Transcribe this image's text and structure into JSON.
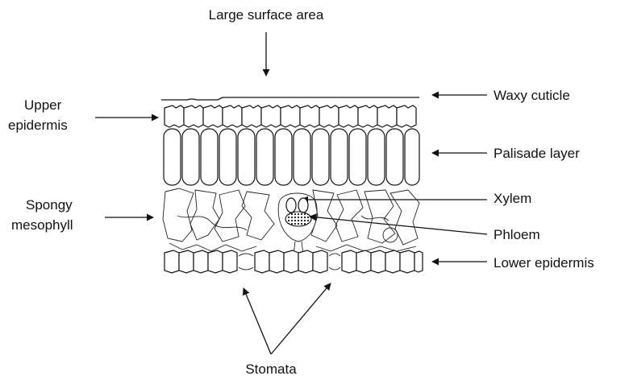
{
  "labels": {
    "large_surface_area": "Large surface area",
    "waxy_cuticle": "Waxy cuticle",
    "upper_epidermis_line1": "Upper",
    "upper_epidermis_line2": "epidermis",
    "palisade_layer": "Palisade layer",
    "spongy_mesophyll_line1": "Spongy",
    "spongy_mesophyll_line2": "mesophyll",
    "xylem": "Xylem",
    "phloem": "Phloem",
    "lower_epidermis": "Lower epidermis",
    "stomata": "Stomata"
  },
  "colors": {
    "ink": "#111111",
    "background": "#ffffff"
  }
}
